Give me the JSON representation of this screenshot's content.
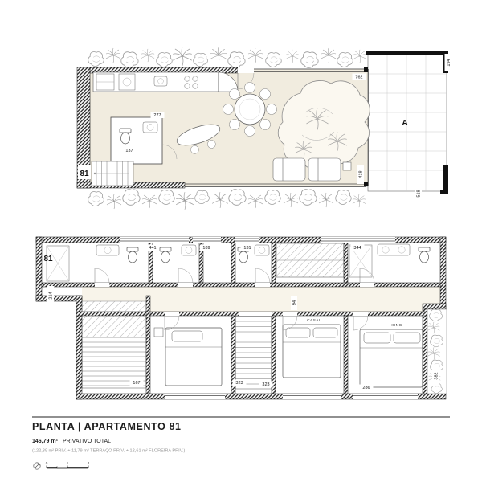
{
  "upper_plan": {
    "unit_label": "81",
    "grid_label": "A",
    "dims": {
      "top_width": "762",
      "top_right_height": "194",
      "right_height": "418",
      "terrace_bottom": "518",
      "bath_width": "277",
      "bath_depth": "137"
    }
  },
  "lower_plan": {
    "unit_label": "81",
    "room_labels": {
      "casal": "CASAL",
      "king": "KING"
    },
    "dims": {
      "win1": "441",
      "win2": "189",
      "win3": "131",
      "win4": "344",
      "left_height": "214",
      "hall": "94",
      "bottom1": "167",
      "bottom2": "323",
      "bottom3": "323",
      "bottom4": "286",
      "right_planter": "382"
    }
  },
  "footer": {
    "title": "PLANTA | APARTAMENTO 81",
    "area_value": "146,79 m²",
    "area_suffix": "PRIVATIVO TOTAL",
    "area_breakdown": "(122,39 m² PRIV. + 11,79 m² TERRAÇO PRIV. + 12,61 m² FLOREIRA PRIV.)",
    "scale_marks": {
      "m0": "0",
      "m1": "1",
      "m2": "2"
    }
  },
  "colors": {
    "floor": "#f1ecdf",
    "wall": "#1a1a1a",
    "vegetation": "#9a9a9a"
  }
}
